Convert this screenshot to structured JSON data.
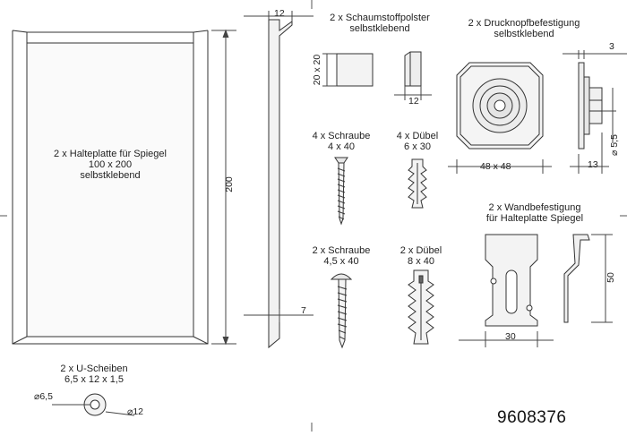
{
  "article_number": "9608376",
  "parts": {
    "mirror_plate": {
      "line1": "2 x Halteplatte für Spiegel",
      "line2": "100 x 200",
      "line3": "selbstklebend",
      "dim_height": "200"
    },
    "plate_side": {
      "dim_top": "12",
      "dim_bottom": "7"
    },
    "foam_pads": {
      "line1": "2 x Schaumstoffpolster",
      "line2": "selbstklebend",
      "dim_size": "20 x 20",
      "dim_thickness": "12"
    },
    "push_button": {
      "line1": "2 x Drucknopfbefestigung",
      "line2": "selbstklebend",
      "dim_width": "48 x 48",
      "dim_top": "3",
      "dim_diameter": "5,5",
      "dim_depth": "13"
    },
    "screw_small": {
      "line1": "4 x  Schraube",
      "line2": "4 x 40"
    },
    "dowel_small": {
      "line1": "4 x Dübel",
      "line2": "6 x 30"
    },
    "screw_large": {
      "line1": "2 x Schraube",
      "line2": "4,5 x 40"
    },
    "dowel_large": {
      "line1": "2 x Dübel",
      "line2": "8 x 40"
    },
    "wall_bracket": {
      "line1": "2 x Wandbefestigung",
      "line2": "für Halteplatte Spiegel",
      "dim_width": "30",
      "dim_height": "50"
    },
    "washers": {
      "line1": "2 x U-Scheiben",
      "line2": "6,5 x 12 x 1,5",
      "dim_inner": "6,5",
      "dim_outer": "12"
    }
  }
}
